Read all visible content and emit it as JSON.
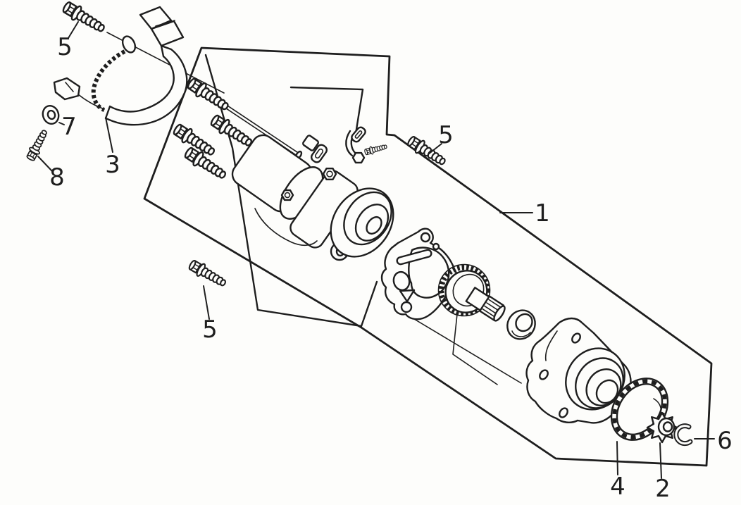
{
  "figure": {
    "background": "#fdfdfb",
    "ink": "#1e1e1e",
    "callouts": {
      "bolt_top_left": "5",
      "cable": "3",
      "washer": "7",
      "screw": "8",
      "bolt_mid_right": "5",
      "assembly_boundary": "1",
      "bolt_bottom_left": "5",
      "snap_ring": "4",
      "lock_washer": "2",
      "e_clip": "6"
    }
  }
}
